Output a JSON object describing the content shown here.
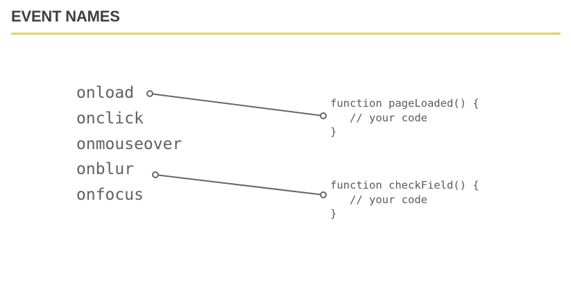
{
  "header": {
    "title": "EVENT NAMES",
    "accent_color": "#e2d35a"
  },
  "events": [
    "onload",
    "onclick",
    "onmouseover",
    "onblur",
    "onfocus"
  ],
  "code_blocks": [
    {
      "lines": [
        "function pageLoaded() {",
        "   // your code",
        "}"
      ]
    },
    {
      "lines": [
        "function checkField() {",
        "   // your code",
        "}"
      ]
    }
  ],
  "connections": [
    {
      "from": "onload",
      "to": "function pageLoaded() {"
    },
    {
      "from": "onblur",
      "to": "function checkField() {"
    }
  ],
  "colors": {
    "text": "#606060",
    "connector": "#666666"
  }
}
